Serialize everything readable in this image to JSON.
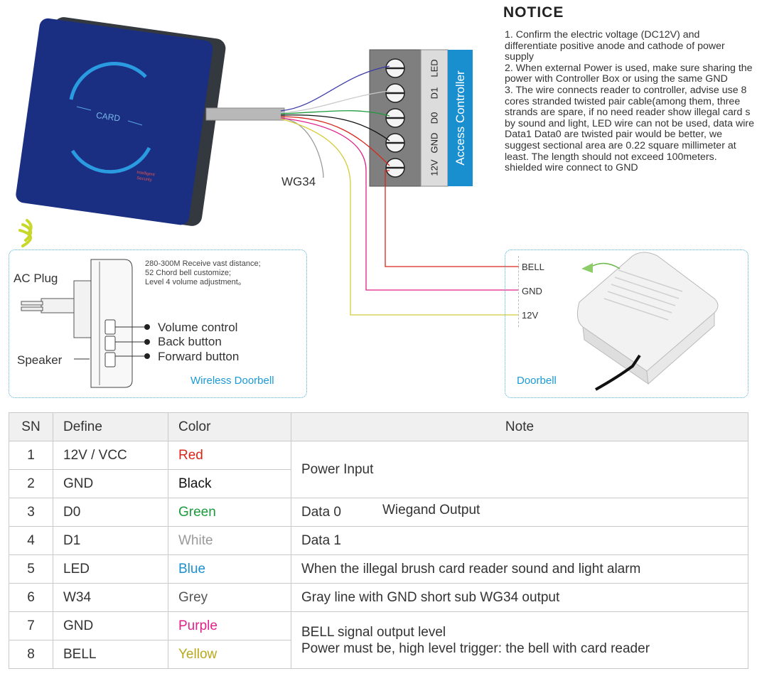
{
  "notice": {
    "title": "NOTICE",
    "items": [
      "1. Confirm the electric voltage (DC12V) and differentiate positive anode and cathode of power supply",
      "2. When external Power is used, make sure sharing the power with Controller Box or using the same GND",
      "3. The wire connects reader to controller, advise use 8 cores stranded twisted pair cable(among them, three strands are spare, if no need reader show illegal card s by sound and light, LED wire can not be used, data wire  Data1 Data0 are twisted pair would be better, we suggest sectional area are 0.22 square millimeter at least. The length should not exceed 100meters. shielded wire connect to GND"
    ]
  },
  "reader": {
    "card_text": "CARD",
    "brand_line1": "Intelligent",
    "brand_line2": "Security",
    "cable_label": "WG34"
  },
  "controller": {
    "title": "Access Controller",
    "terminals": [
      "LED",
      "D1",
      "D0",
      "GND",
      "12V"
    ]
  },
  "wireless_doorbell": {
    "caption": "Wireless Doorbell",
    "specs": [
      "280-300M Receive vast distance;",
      "52 Chord bell customize;",
      "Level 4 volume adjustment。"
    ],
    "ac_plug": "AC Plug",
    "speaker": "Speaker",
    "callouts": [
      "Volume control",
      "Back button",
      "Forward button"
    ]
  },
  "doorbell": {
    "caption": "Doorbell",
    "pins": [
      "BELL",
      "GND",
      "12V"
    ]
  },
  "wire_colors": {
    "blue": "#3a3aa8",
    "white": "#cccccc",
    "green": "#1c9a3c",
    "black": "#111111",
    "red": "#d8261c",
    "purple": "#e0218a",
    "yellow": "#d4cc3a",
    "grey": "#9a9a9a"
  },
  "table": {
    "headers": [
      "SN",
      "Define",
      "Color",
      "Note"
    ],
    "rows": [
      {
        "sn": "1",
        "define": "12V  /  VCC",
        "color": "Red"
      },
      {
        "sn": "2",
        "define": "GND",
        "color": "Black"
      },
      {
        "sn": "3",
        "define": "D0",
        "color": "Green"
      },
      {
        "sn": "4",
        "define": "D1",
        "color": "White"
      },
      {
        "sn": "5",
        "define": "LED",
        "color": "Blue"
      },
      {
        "sn": "6",
        "define": "W34",
        "color": "Grey"
      },
      {
        "sn": "7",
        "define": "GND",
        "color": "Purple"
      },
      {
        "sn": "8",
        "define": "BELL",
        "color": "Yellow"
      }
    ],
    "notes": {
      "power": "Power Input",
      "data0": "Data 0",
      "wiegand": "Wiegand  Output",
      "data1": "Data 1",
      "led": "When the illegal brush card reader sound and light alarm",
      "grey": "Gray line with GND short sub WG34 output",
      "bell1": "BELL signal output level",
      "bell2": "Power must be, high level trigger: the bell with card reader"
    }
  }
}
